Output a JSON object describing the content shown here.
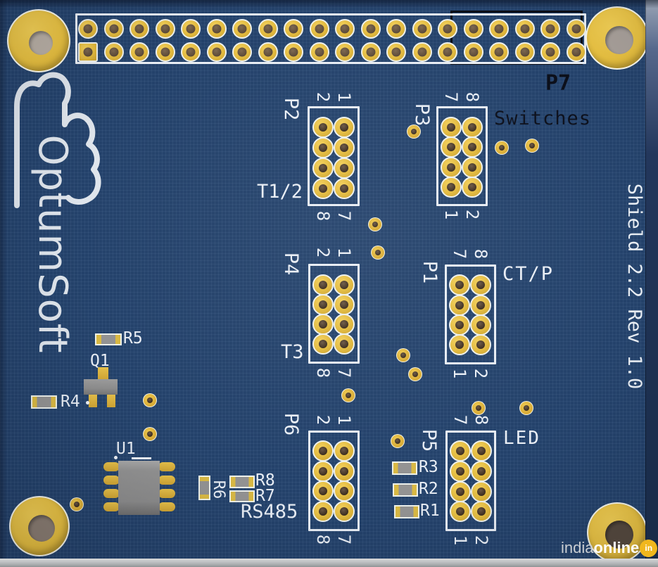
{
  "board": {
    "logo_text": "OptumSoft",
    "version_text": "Shield 2.2 Rev 1.0"
  },
  "header_connector": {
    "ref": "P7",
    "pin_rows": 2,
    "pin_columns": 20
  },
  "connectors": [
    {
      "id": "P2",
      "ref": "P2",
      "top_pins": [
        "2",
        "1"
      ],
      "bottom_pins": [
        "8",
        "7"
      ],
      "caption": "T1/2"
    },
    {
      "id": "P3",
      "ref": "P3",
      "top_pins": [
        "7",
        "8"
      ],
      "bottom_pins": [
        "1",
        "2"
      ],
      "caption": "Switches"
    },
    {
      "id": "P4",
      "ref": "P4",
      "top_pins": [
        "2",
        "1"
      ],
      "bottom_pins": [
        "8",
        "7"
      ],
      "caption": "T3"
    },
    {
      "id": "P1",
      "ref": "P1",
      "top_pins": [
        "7",
        "8"
      ],
      "bottom_pins": [
        "1",
        "2"
      ],
      "caption": "CT/P"
    },
    {
      "id": "P6",
      "ref": "P6",
      "top_pins": [
        "2",
        "1"
      ],
      "bottom_pins": [
        "8",
        "7"
      ],
      "caption": "RS485"
    },
    {
      "id": "P5",
      "ref": "P5",
      "top_pins": [
        "7",
        "8"
      ],
      "bottom_pins": [
        "1",
        "2"
      ],
      "caption": "LED"
    }
  ],
  "components": {
    "resistors": [
      "R1",
      "R2",
      "R3",
      "R4",
      "R5",
      "R6",
      "R7",
      "R8"
    ],
    "transistor": "Q1",
    "ic": "U1"
  },
  "watermark": {
    "prefix": "india",
    "suffix": "online",
    "badge": "in"
  },
  "colors": {
    "board_blue": "#24426b",
    "pad_gold": "#e2bb40",
    "silkscreen_white": "#e9eef5",
    "silkscreen_black": "#0c101c",
    "component_gray": "#909090"
  }
}
